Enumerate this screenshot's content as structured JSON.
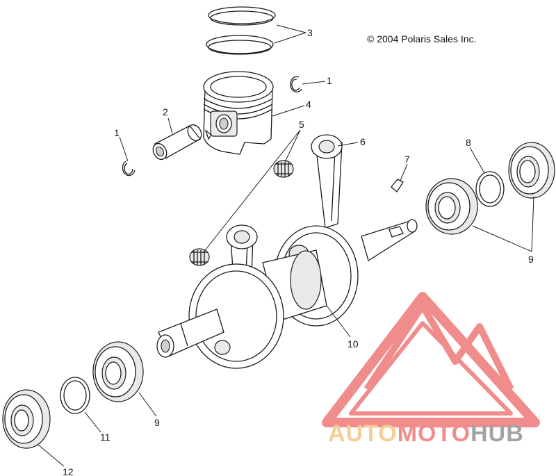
{
  "copyright": "© 2004 Polaris Sales Inc.",
  "callouts": [
    {
      "id": "ring-set",
      "label": "3"
    },
    {
      "id": "circlip-right",
      "label": "1"
    },
    {
      "id": "piston",
      "label": "4"
    },
    {
      "id": "piston-pin",
      "label": "2"
    },
    {
      "id": "circlip-left",
      "label": "1"
    },
    {
      "id": "needle-bearing",
      "label": "5"
    },
    {
      "id": "connecting-rod",
      "label": "6"
    },
    {
      "id": "woodruff-key",
      "label": "7"
    },
    {
      "id": "shim-ring",
      "label": "8"
    },
    {
      "id": "main-bearing-right",
      "label": "9"
    },
    {
      "id": "crankshaft",
      "label": "10"
    },
    {
      "id": "main-bearing-left",
      "label": "9"
    },
    {
      "id": "spacer-ring",
      "label": "11"
    },
    {
      "id": "oil-seal",
      "label": "12"
    }
  ],
  "watermark": {
    "text_part_1": "AUTO",
    "text_part_2": "MOTO",
    "text_part_3": "HUB",
    "color_light": "#f3c98b",
    "color_red": "#f08080",
    "color_gray": "#9a9a9a"
  }
}
